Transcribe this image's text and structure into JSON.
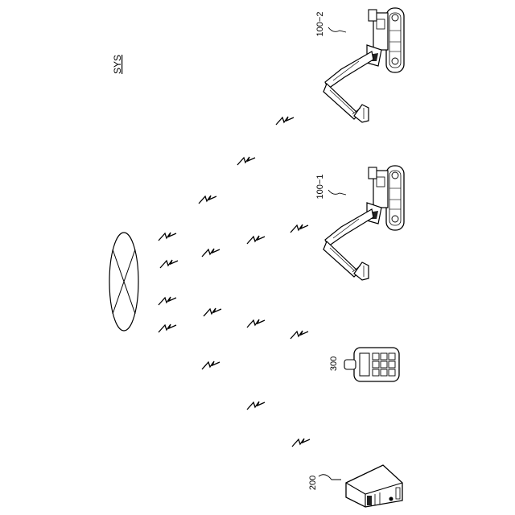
{
  "figure": {
    "system_label": "SYS"
  },
  "nodes": {
    "satellite": {
      "icon": "satellite-dish-icon"
    },
    "excavator_1": {
      "label": "100−1",
      "icon": "excavator-icon"
    },
    "excavator_2": {
      "label": "100−2",
      "icon": "excavator-icon"
    },
    "server": {
      "label": "200",
      "icon": "server-icon"
    },
    "terminal": {
      "label": "300",
      "icon": "handheld-terminal-icon"
    }
  },
  "links": {
    "icon": "wireless-signal-icon"
  }
}
